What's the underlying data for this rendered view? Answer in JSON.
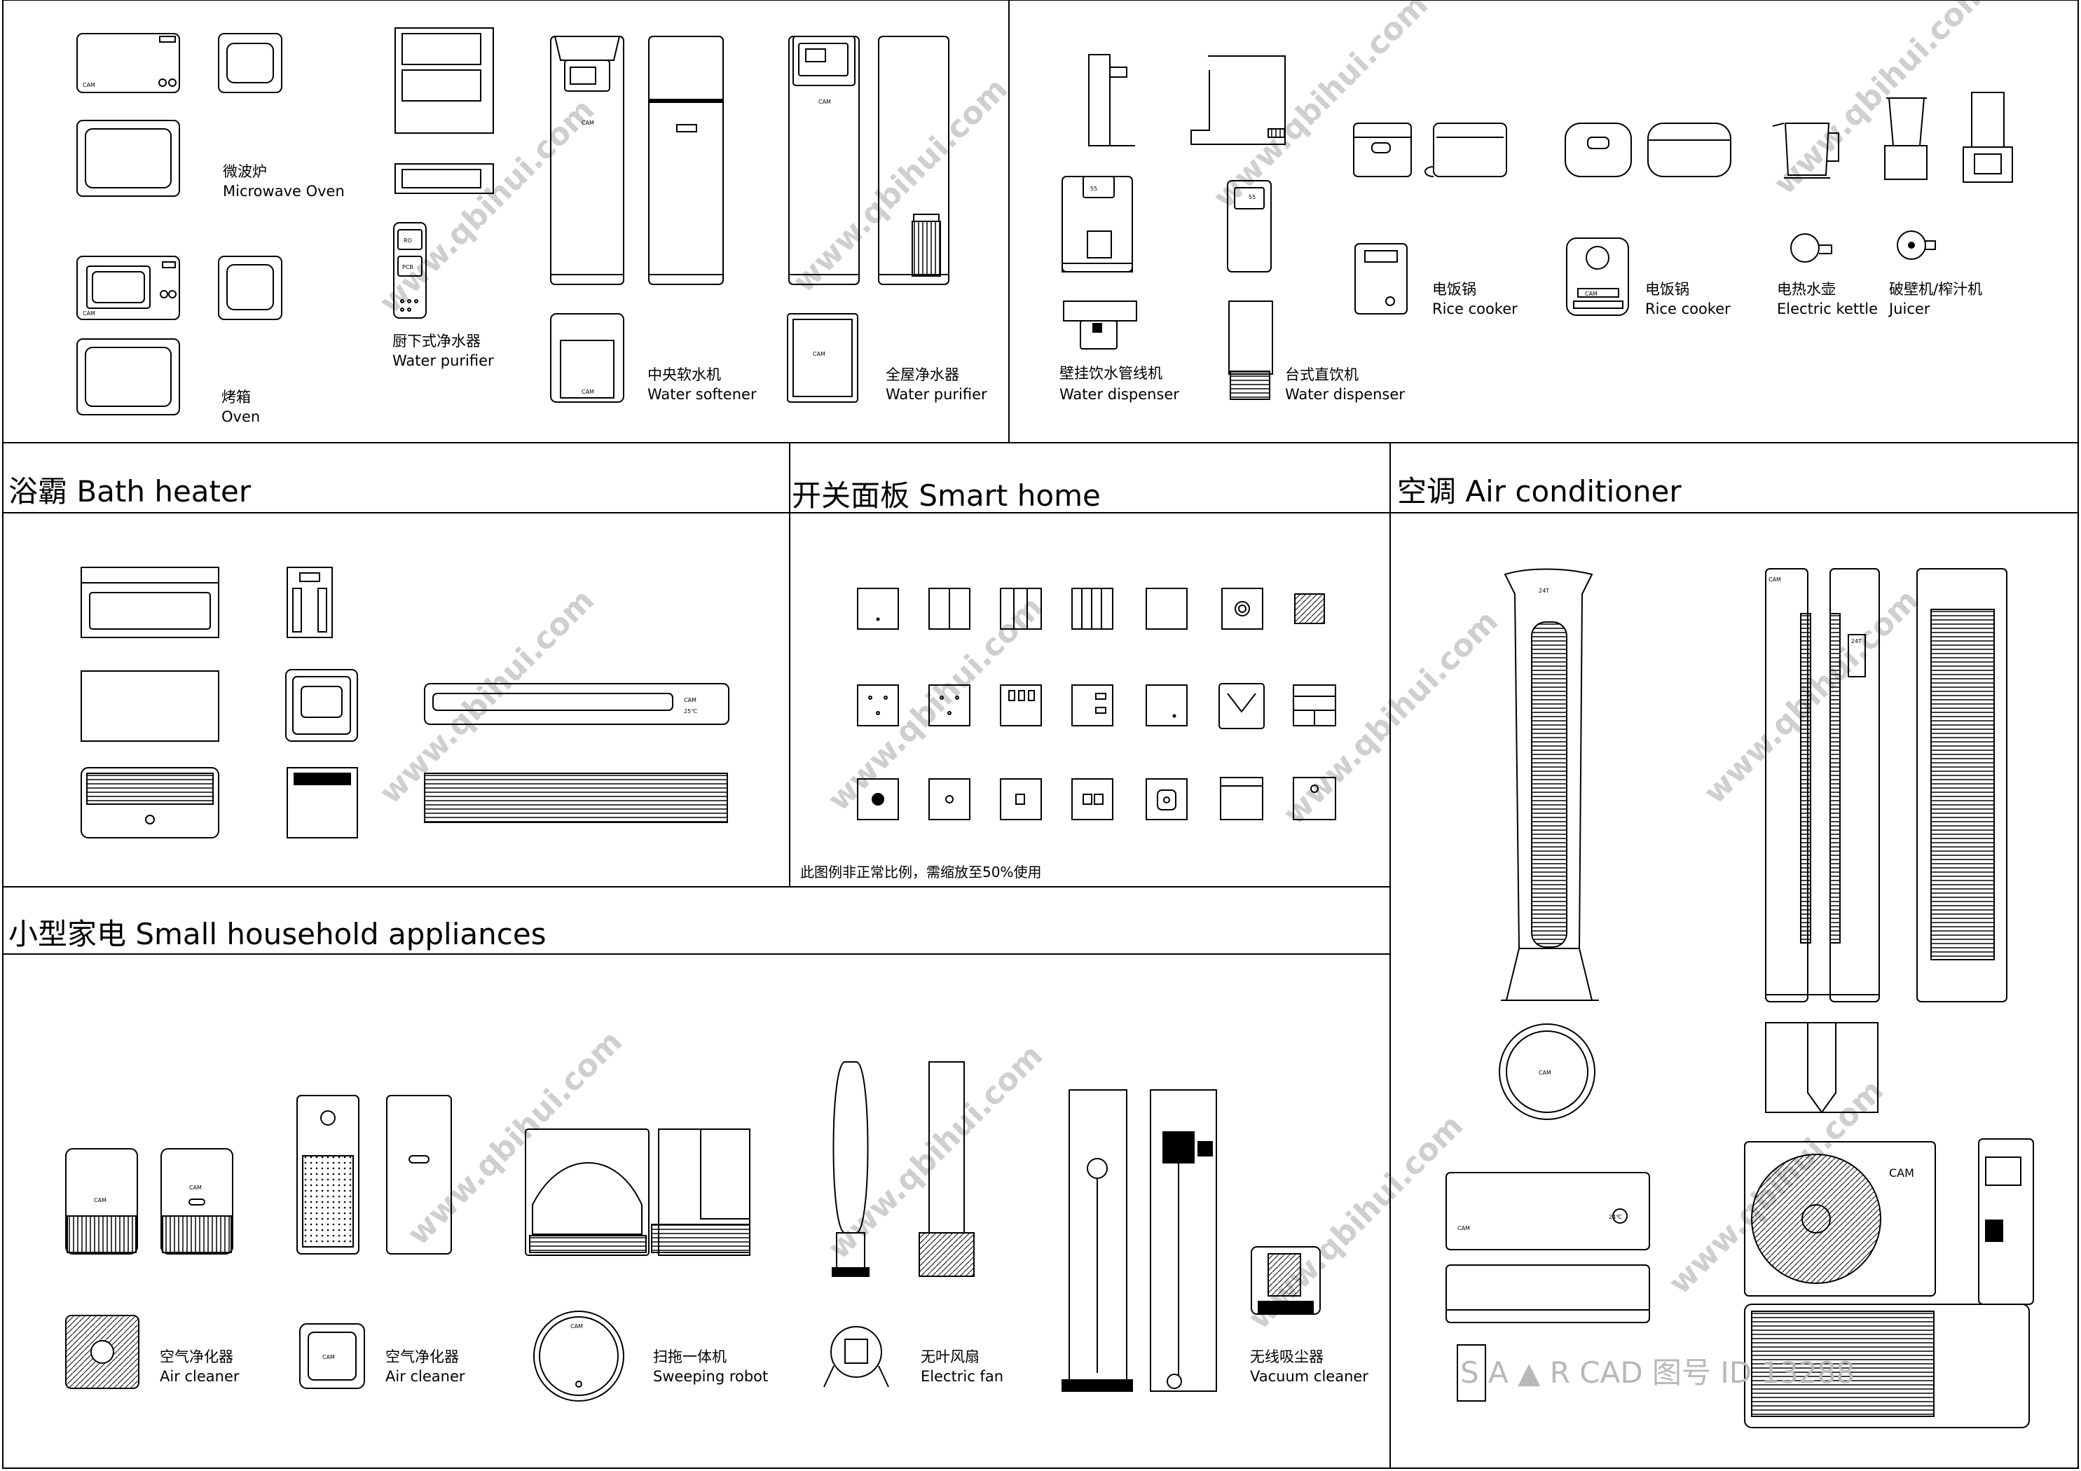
{
  "sections": {
    "bath_heater": "浴霸 Bath heater",
    "smart_home": "开关面板 Smart home",
    "air_conditioner": "空调 Air conditioner",
    "small_appliances": "小型家电 Small household appliances"
  },
  "labels": {
    "microwave": {
      "cn": "微波炉",
      "en": "Microwave Oven"
    },
    "oven": {
      "cn": "烤箱",
      "en": "Oven"
    },
    "under_sink_purifier": {
      "cn": "厨下式净水器",
      "en": "Water purifier"
    },
    "water_softener": {
      "cn": "中央软水机",
      "en": "Water softener"
    },
    "whole_house_purifier": {
      "cn": "全屋净水器",
      "en": "Water purifier"
    },
    "wall_dispenser": {
      "cn": "壁挂饮水管线机",
      "en": "Water dispenser"
    },
    "desktop_dispenser": {
      "cn": "台式直饮机",
      "en": "Water dispenser"
    },
    "rice_cooker_1": {
      "cn": "电饭锅",
      "en": "Rice cooker"
    },
    "rice_cooker_2": {
      "cn": "电饭锅",
      "en": "Rice cooker"
    },
    "kettle": {
      "cn": "电热水壶",
      "en": "Electric kettle"
    },
    "juicer": {
      "cn": "破壁机/榨汁机",
      "en": "Juicer"
    },
    "air_cleaner_1": {
      "cn": "空气净化器",
      "en": "Air cleaner"
    },
    "air_cleaner_2": {
      "cn": "空气净化器",
      "en": "Air cleaner"
    },
    "robot": {
      "cn": "扫拖一体机",
      "en": "Sweeping robot"
    },
    "fan": {
      "cn": "无叶风扇",
      "en": "Electric fan"
    },
    "vacuum": {
      "cn": "无线吸尘器",
      "en": "Vacuum cleaner"
    }
  },
  "scale_note": "此图例非正常比例，需缩放至50%使用",
  "panel_text": {
    "rg": "RO",
    "pcb": "PCB",
    "cam": "CAM",
    "temp_24": "24℃",
    "temp_24t": "24T",
    "temp_25": "25℃",
    "temp_55": "55"
  },
  "footer_text": "S A ▲ R CAD 图号 ID 13288",
  "watermark": "www.qbihui.com",
  "colors": {
    "line": "#000000",
    "watermark": "#cfcfcf",
    "background": "#ffffff"
  }
}
